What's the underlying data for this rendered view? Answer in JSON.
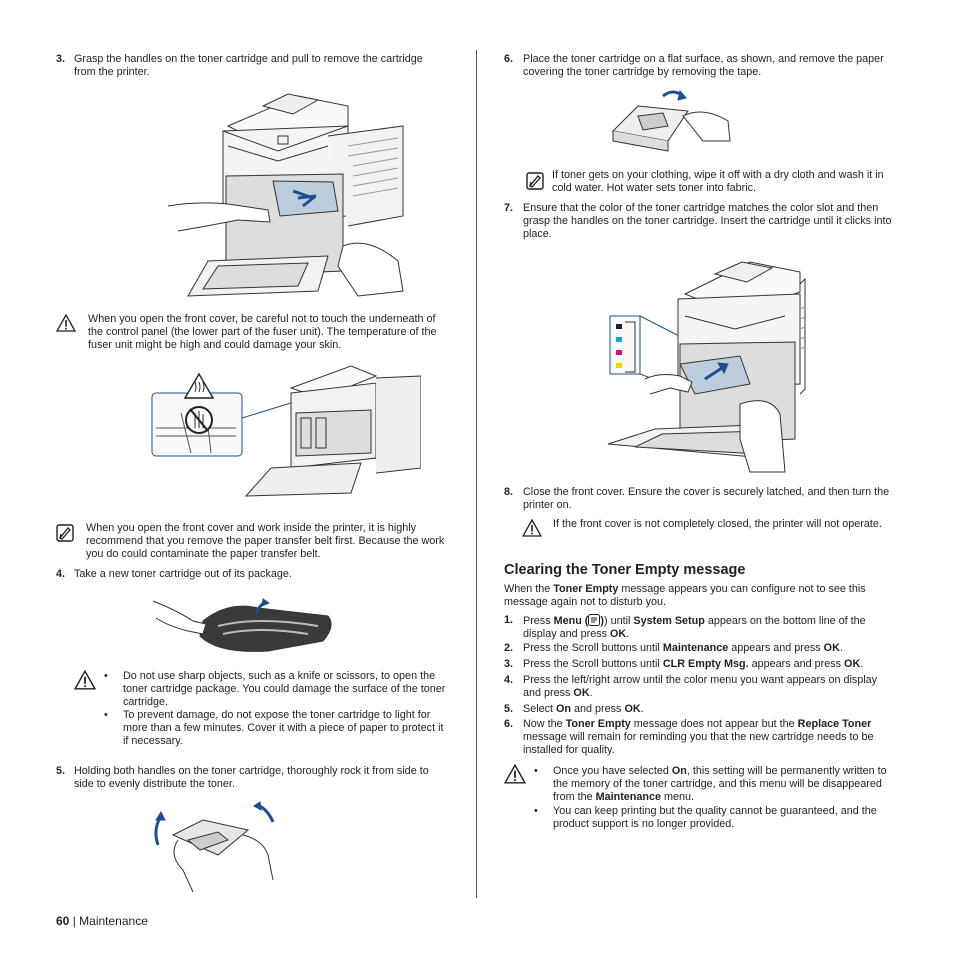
{
  "left": {
    "step3": {
      "num": "3.",
      "text": "Grasp the handles on the toner cartridge and pull to remove the cartridge from the printer."
    },
    "caution1": "When you open the front cover, be careful not to touch the underneath of the control panel (the lower part of the fuser unit). The temperature of the fuser unit might be high and could damage your skin.",
    "note1": "When you open the front cover and work inside the printer, it is highly recommend that you remove the paper transfer belt first. Because the work you do could contaminate the paper transfer belt.",
    "step4": {
      "num": "4.",
      "text": "Take a new toner cartridge out of its package."
    },
    "caution2_bullets": [
      "Do not use sharp objects, such as a knife or scissors, to open the toner cartridge package. You could damage the surface of the toner cartridge.",
      "To prevent damage, do not expose the toner cartridge to light for more than a few minutes. Cover it with a piece of paper to protect it if necessary."
    ],
    "step5": {
      "num": "5.",
      "text": "Holding both handles on the toner cartridge, thoroughly rock it from side to side to evenly distribute the toner."
    }
  },
  "right": {
    "step6": {
      "num": "6.",
      "text": "Place the toner cartridge on a flat surface, as shown, and remove the paper covering the toner cartridge by removing the tape."
    },
    "note2": "If toner gets on your clothing, wipe it off with a dry cloth and wash it in cold water. Hot water sets toner into fabric.",
    "step7": {
      "num": "7.",
      "text": "Ensure that the color of the toner cartridge matches the color slot and then grasp the handles on the toner cartridge. Insert the cartridge until it clicks into place."
    },
    "step8": {
      "num": "8.",
      "text": "Close the front cover. Ensure the cover is securely latched, and then turn the printer on."
    },
    "caution3": "If the front cover is not completely closed, the printer will not operate.",
    "heading": "Clearing the Toner Empty message",
    "intro": {
      "a": "When the ",
      "b": "Toner Empty",
      "c": " message appears you can configure not to see this message again not to disturb you."
    },
    "list": [
      {
        "num": "1.",
        "parts": [
          "Press ",
          "Menu (",
          ") until ",
          "System Setup",
          " appears on the bottom line of the display and press ",
          "OK",
          "."
        ]
      },
      {
        "num": "2.",
        "parts": [
          "Press the Scroll buttons until ",
          "Maintenance",
          " appears and press ",
          "OK",
          "."
        ]
      },
      {
        "num": "3.",
        "parts": [
          "Press the Scroll buttons until ",
          "CLR Empty Msg.",
          " appears and press ",
          "OK",
          "."
        ]
      },
      {
        "num": "4.",
        "parts": [
          "Press the left/right arrow until the color menu you want appears on display and press ",
          "OK",
          "."
        ]
      },
      {
        "num": "5.",
        "parts": [
          "Select ",
          "On",
          " and press ",
          "OK",
          "."
        ]
      },
      {
        "num": "6.",
        "parts": [
          "Now the ",
          "Toner Empty",
          "  message does not appear but the ",
          "Replace Toner",
          " message will remain for reminding you that the new cartridge needs to be installed for quality."
        ]
      }
    ],
    "caution4_bullets": [
      {
        "a": "Once you have selected ",
        "b": "On",
        "c": ", this setting will be permanently written to the memory of the toner cartridge, and this menu will be disappeared from the ",
        "d": "Maintenance",
        "e": " menu."
      },
      {
        "a": "You can keep printing but the quality cannot be guaranteed, and the product support is no longer provided."
      }
    ]
  },
  "footer": {
    "page": "60",
    "sep": " | ",
    "section": "Maintenance"
  },
  "icons": [
    "caution-icon",
    "note-icon",
    "menu-button-icon",
    "hot-surface-icon",
    "no-touch-icon"
  ],
  "colors": {
    "text": "#231f20",
    "line": "#555555"
  }
}
